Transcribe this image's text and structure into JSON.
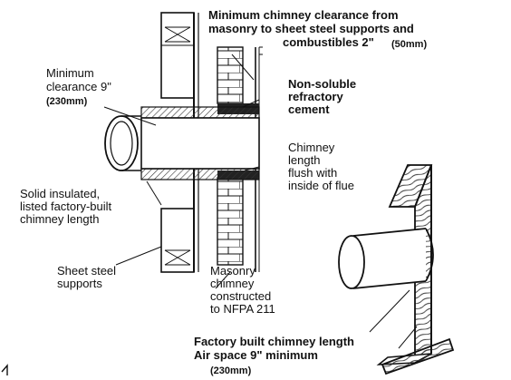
{
  "colors": {
    "ink": "#111111",
    "paper": "#ffffff",
    "hatch": "#333333",
    "fill_dark": "#222222"
  },
  "labels": {
    "top_line1": "Minimum chimney clearance from",
    "top_line2": "masonry to sheet steel supports and",
    "top_line3": "combustibles 2\"",
    "top_line3_metric": "(50mm)",
    "min_clear_line1": "Minimum",
    "min_clear_line2": "clearance 9\"",
    "min_clear_line3": "(230mm)",
    "nonsoluble_line1": "Non-soluble",
    "nonsoluble_line2": "refractory",
    "nonsoluble_line3": "cement",
    "chimney_line1": "Chimney",
    "chimney_line2": "length",
    "chimney_line3": "flush with",
    "chimney_line4": "inside of flue",
    "solid_line1": "Solid insulated,",
    "solid_line2": "listed factory-built",
    "solid_line3": "chimney length",
    "sheet_line1": "Sheet steel",
    "sheet_line2": "supports",
    "masonry_line1": "Masonry",
    "masonry_line2": "chimney",
    "masonry_line3": "constructed",
    "masonry_line4": "to NFPA 211",
    "factory_line1": "Factory built chimney length",
    "factory_line2": "Air space 9\" minimum",
    "factory_line3": "(230mm)"
  }
}
